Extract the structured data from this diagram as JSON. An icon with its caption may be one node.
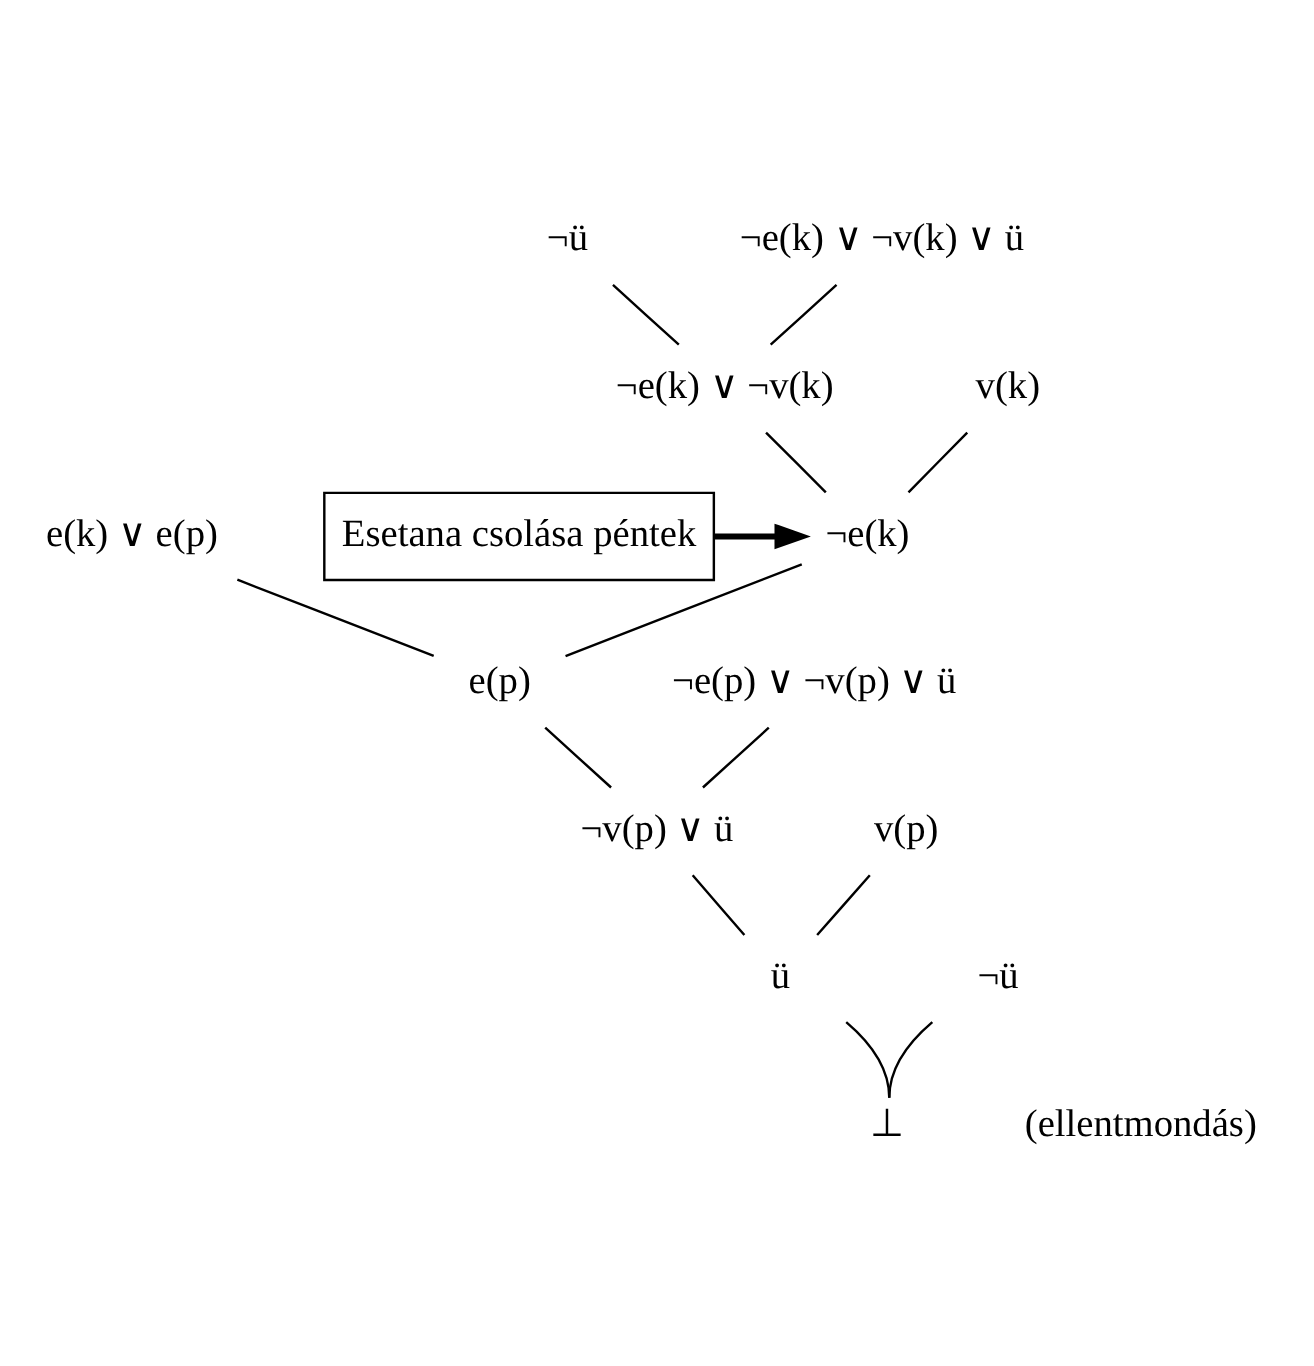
{
  "diagram": {
    "nodes": [
      {
        "text": [
          "¬ü"
        ]
      },
      {
        "text": [
          "¬e(k) ∨ ¬v(k) ∨ ü"
        ]
      },
      {
        "text": [
          "¬e(k) ∨ ¬v(k)"
        ]
      },
      {
        "text": [
          "v(k)"
        ]
      },
      {
        "text": [
          "Esetana csolása péntek"
        ]
      },
      {
        "text": [
          "e(k) ∨ e(p)"
        ]
      },
      {
        "text": [
          "¬e(k)"
        ]
      },
      {
        "text": [
          "e(p)"
        ]
      },
      {
        "text": [
          "¬e(p) ∨ ¬v(p) ∨ ü"
        ]
      },
      {
        "text": [
          "v(p)"
        ]
      },
      {
        "text": [
          "¬v(p) ∨ ü"
        ]
      },
      {
        "text": [
          "ü"
        ]
      },
      {
        "text": [
          "¬ü"
        ]
      },
      {
        "text": [
          "⊥"
        ],
        "beside": [
          "(ellentmondás)"
        ]
      }
    ],
    "edges": [
      {
        "from": 0,
        "to": 2,
        "arrow": "none"
      },
      {
        "from": 1,
        "to": 2,
        "arrow": "none"
      },
      {
        "from": 2,
        "to": 6,
        "arrow": "none"
      },
      {
        "from": 3,
        "to": 6,
        "arrow": "none"
      },
      {
        "from": 4,
        "to": 6,
        "arrow": "to",
        "style": "thick"
      },
      {
        "from": 5,
        "to": 7,
        "arrow": "none"
      },
      {
        "from": 6,
        "to": 7,
        "arrow": "none"
      },
      {
        "from": 7,
        "to": 10,
        "arrow": "none"
      },
      {
        "from": 8,
        "to": 10,
        "arrow": "none"
      },
      {
        "from": 9,
        "to": 11,
        "arrow": "none"
      },
      {
        "from": 10,
        "to": 11,
        "arrow": "none"
      },
      {
        "from": 11,
        "to": 13,
        "arrow": "none"
      },
      {
        "from": 12,
        "to": 13,
        "arrow": "none"
      }
    ]
  }
}
